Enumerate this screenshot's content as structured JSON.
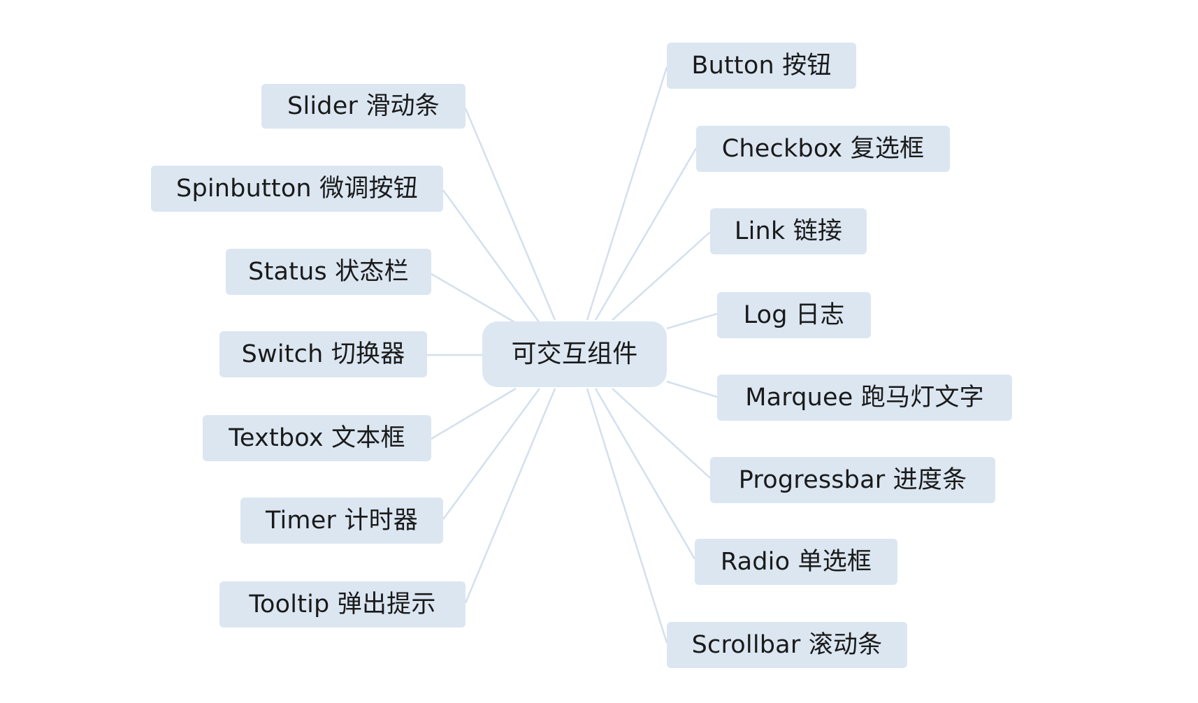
{
  "diagram": {
    "center": {
      "label": "可交互组件"
    },
    "nodes": [
      {
        "id": "slider",
        "label": "Slider 滑动条"
      },
      {
        "id": "spinbutton",
        "label": "Spinbutton 微调按钮"
      },
      {
        "id": "status",
        "label": "Status 状态栏"
      },
      {
        "id": "switch",
        "label": "Switch 切换器"
      },
      {
        "id": "textbox",
        "label": "Textbox 文本框"
      },
      {
        "id": "timer",
        "label": "Timer 计时器"
      },
      {
        "id": "tooltip",
        "label": "Tooltip 弹出提示"
      },
      {
        "id": "button",
        "label": "Button 按钮"
      },
      {
        "id": "checkbox",
        "label": "Checkbox 复选框"
      },
      {
        "id": "link",
        "label": "Link 链接"
      },
      {
        "id": "log",
        "label": "Log 日志"
      },
      {
        "id": "marquee",
        "label": "Marquee 跑马灯文字"
      },
      {
        "id": "progressbar",
        "label": "Progressbar 进度条"
      },
      {
        "id": "radio",
        "label": "Radio 单选框"
      },
      {
        "id": "scrollbar",
        "label": "Scrollbar 滚动条"
      }
    ],
    "colors": {
      "node_fill": "#dbe6f1",
      "connector": "#d3e0ed",
      "text": "#1a1a1a"
    }
  }
}
